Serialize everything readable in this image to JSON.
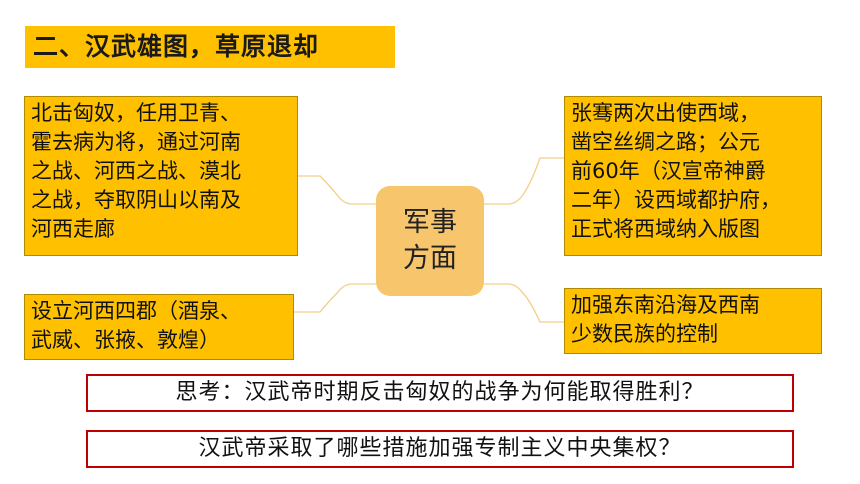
{
  "title": "二、汉武雄图，草原退却",
  "center": {
    "line1": "军事",
    "line2": "方面"
  },
  "left_top": {
    "lines": [
      "北击匈奴，任用卫青、",
      "霍去病为将，通过河南",
      "之战、河西之战、漠北",
      "之战，夺取阴山以南及",
      "河西走廊"
    ]
  },
  "left_bottom": {
    "lines": [
      "设立河西四郡（酒泉、",
      "武威、张掖、敦煌）"
    ]
  },
  "right_top": {
    "lines": [
      "张骞两次出使西域，",
      "凿空丝绸之路；公元",
      "前60年（汉宣帝神爵",
      "二年）设西域都护府，",
      "正式将西域纳入版图"
    ]
  },
  "right_bottom": {
    "lines": [
      "加强东南沿海及西南",
      "少数民族的控制"
    ]
  },
  "questions": [
    "思考：汉武帝时期反击匈奴的战争为何能取得胜利？",
    "汉武帝采取了哪些措施加强专制主义中央集权？"
  ],
  "colors": {
    "box": "#FFC000",
    "center": "#F7C56B",
    "question_border": "#C00000"
  }
}
